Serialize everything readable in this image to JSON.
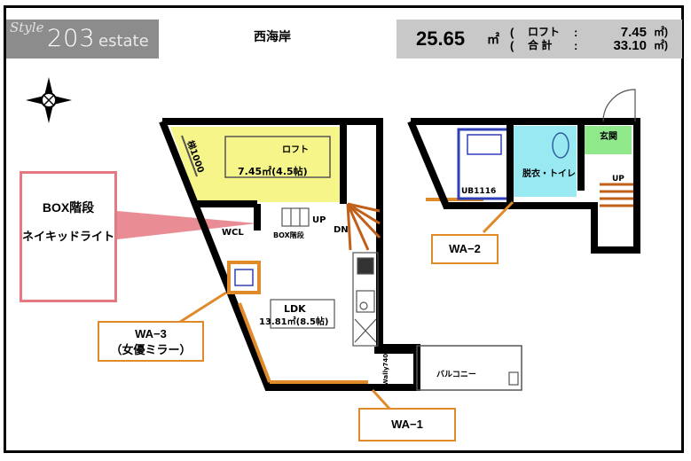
{
  "header": {
    "logo_style": "Style",
    "room_number": "203",
    "logo_word": "estate",
    "area_name": "西海岸",
    "floor_area": "25.65",
    "area_unit": "㎡",
    "loft_label": "ロフト",
    "total_label": "合 計",
    "loft_area": "7.45",
    "total_area": "33.10"
  },
  "callouts": {
    "box_stairs_title": "BOX階段",
    "box_stairs_sub": "ネイキッドライト",
    "wa3": "WA−3",
    "wa3_sub": "（女優ミラー）",
    "wa2": "WA−2",
    "wa1": "WA−1"
  },
  "rooms": {
    "loft": "ロフト",
    "loft_area": "7.45㎡(4.5帖)",
    "ladder": "梯1000",
    "wcl": "WCL",
    "box_stairs": "BOX階段",
    "up1": "UP",
    "dn": "DN",
    "ldk": "LDK",
    "ldk_area": "13.81㎡(8.5帖)",
    "bath": "UB1116",
    "washroom": "脱衣・トイレ",
    "entrance": "玄関",
    "up2": "UP",
    "balcony": "バルコニー",
    "wally": "Wally740"
  },
  "colors": {
    "loft": "#f6f58a",
    "wet": "#99e9f2",
    "entrance": "#8fe88a",
    "accent": "#e08a2a",
    "pink": "#e57880"
  }
}
